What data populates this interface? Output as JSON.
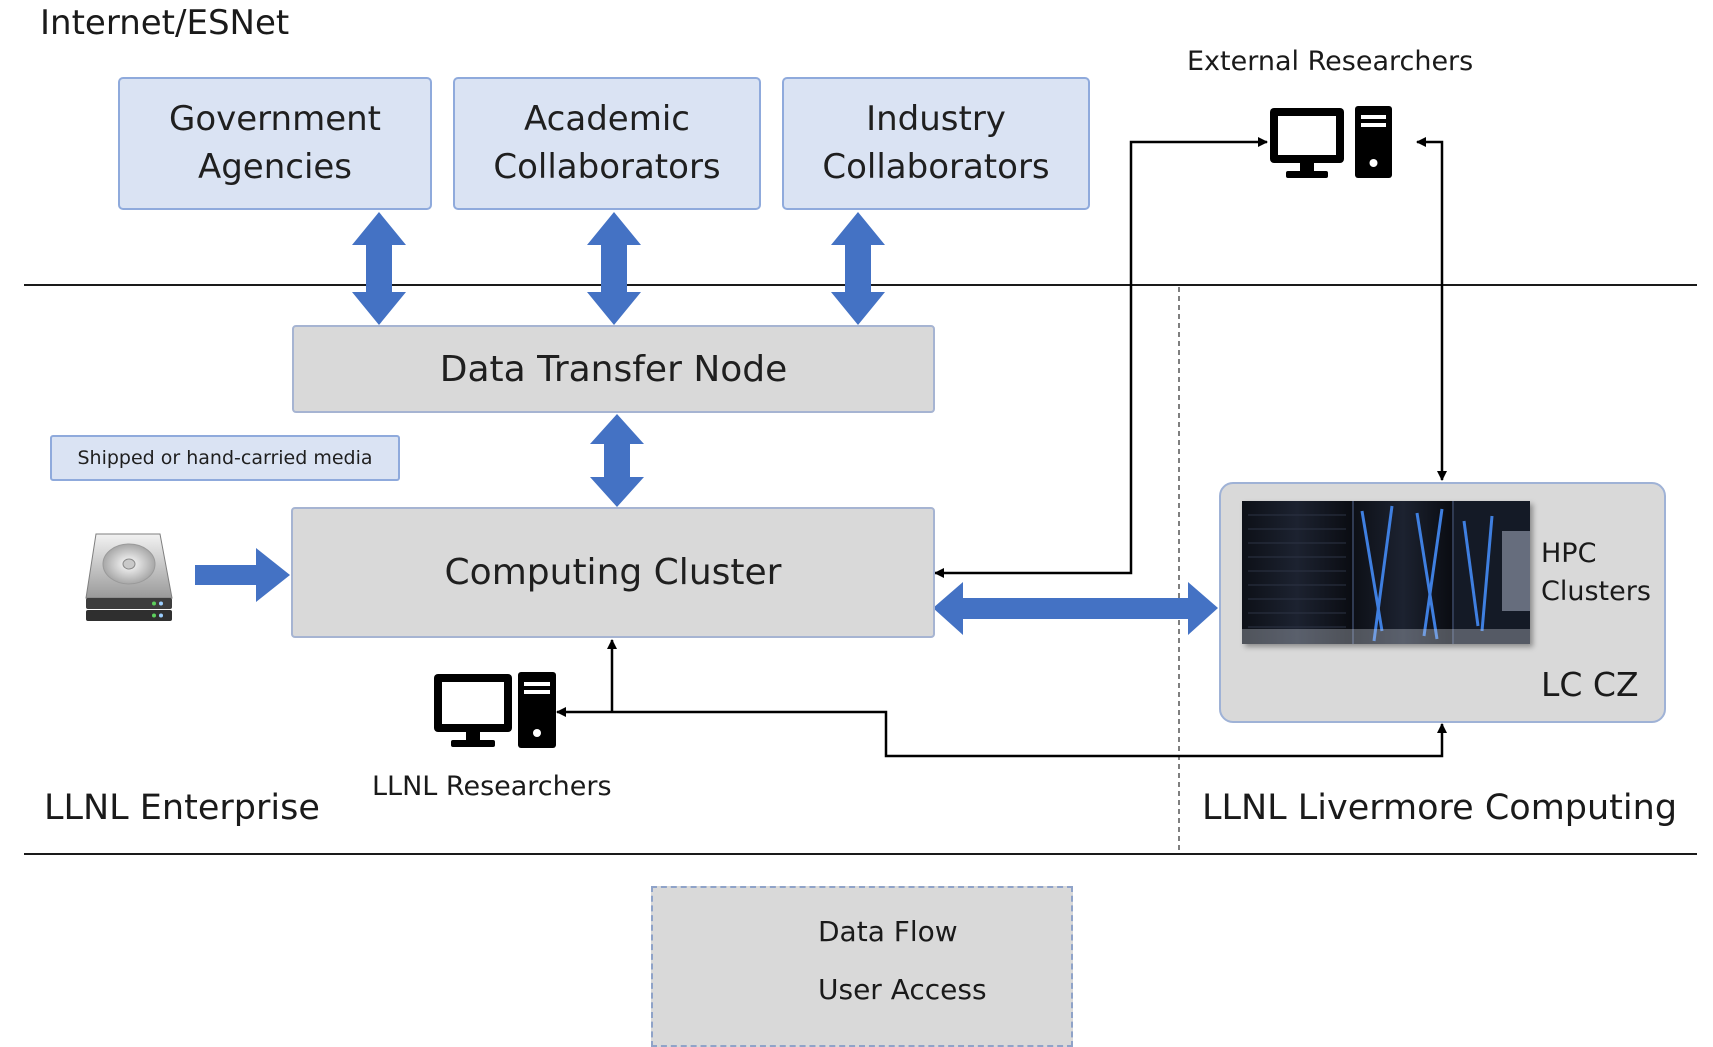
{
  "zones": {
    "internet": "Internet/ESNet",
    "enterprise": "LLNL Enterprise",
    "livermore": "LLNL Livermore Computing"
  },
  "external": {
    "government": [
      "Government",
      "Agencies"
    ],
    "academic": [
      "Academic",
      "Collaborators"
    ],
    "industry": [
      "Industry",
      "Collaborators"
    ]
  },
  "nodes": {
    "dtn": "Data Transfer Node",
    "cluster": "Computing Cluster",
    "media": "Shipped or hand-carried media",
    "lc_cz": "LC CZ",
    "hpc": [
      "HPC",
      "Clusters"
    ]
  },
  "people": {
    "external": "External Researchers",
    "llnl": "LLNL Researchers"
  },
  "legend": {
    "data_flow": "Data Flow",
    "user_access": "User Access"
  },
  "colors": {
    "data_flow_arrow": "#4472c4",
    "external_box_fill": "#dae3f3",
    "node_fill": "#d9d9d9"
  },
  "icons": [
    "desktop-computer-icon",
    "hard-drive-icon",
    "server-room-photo"
  ]
}
